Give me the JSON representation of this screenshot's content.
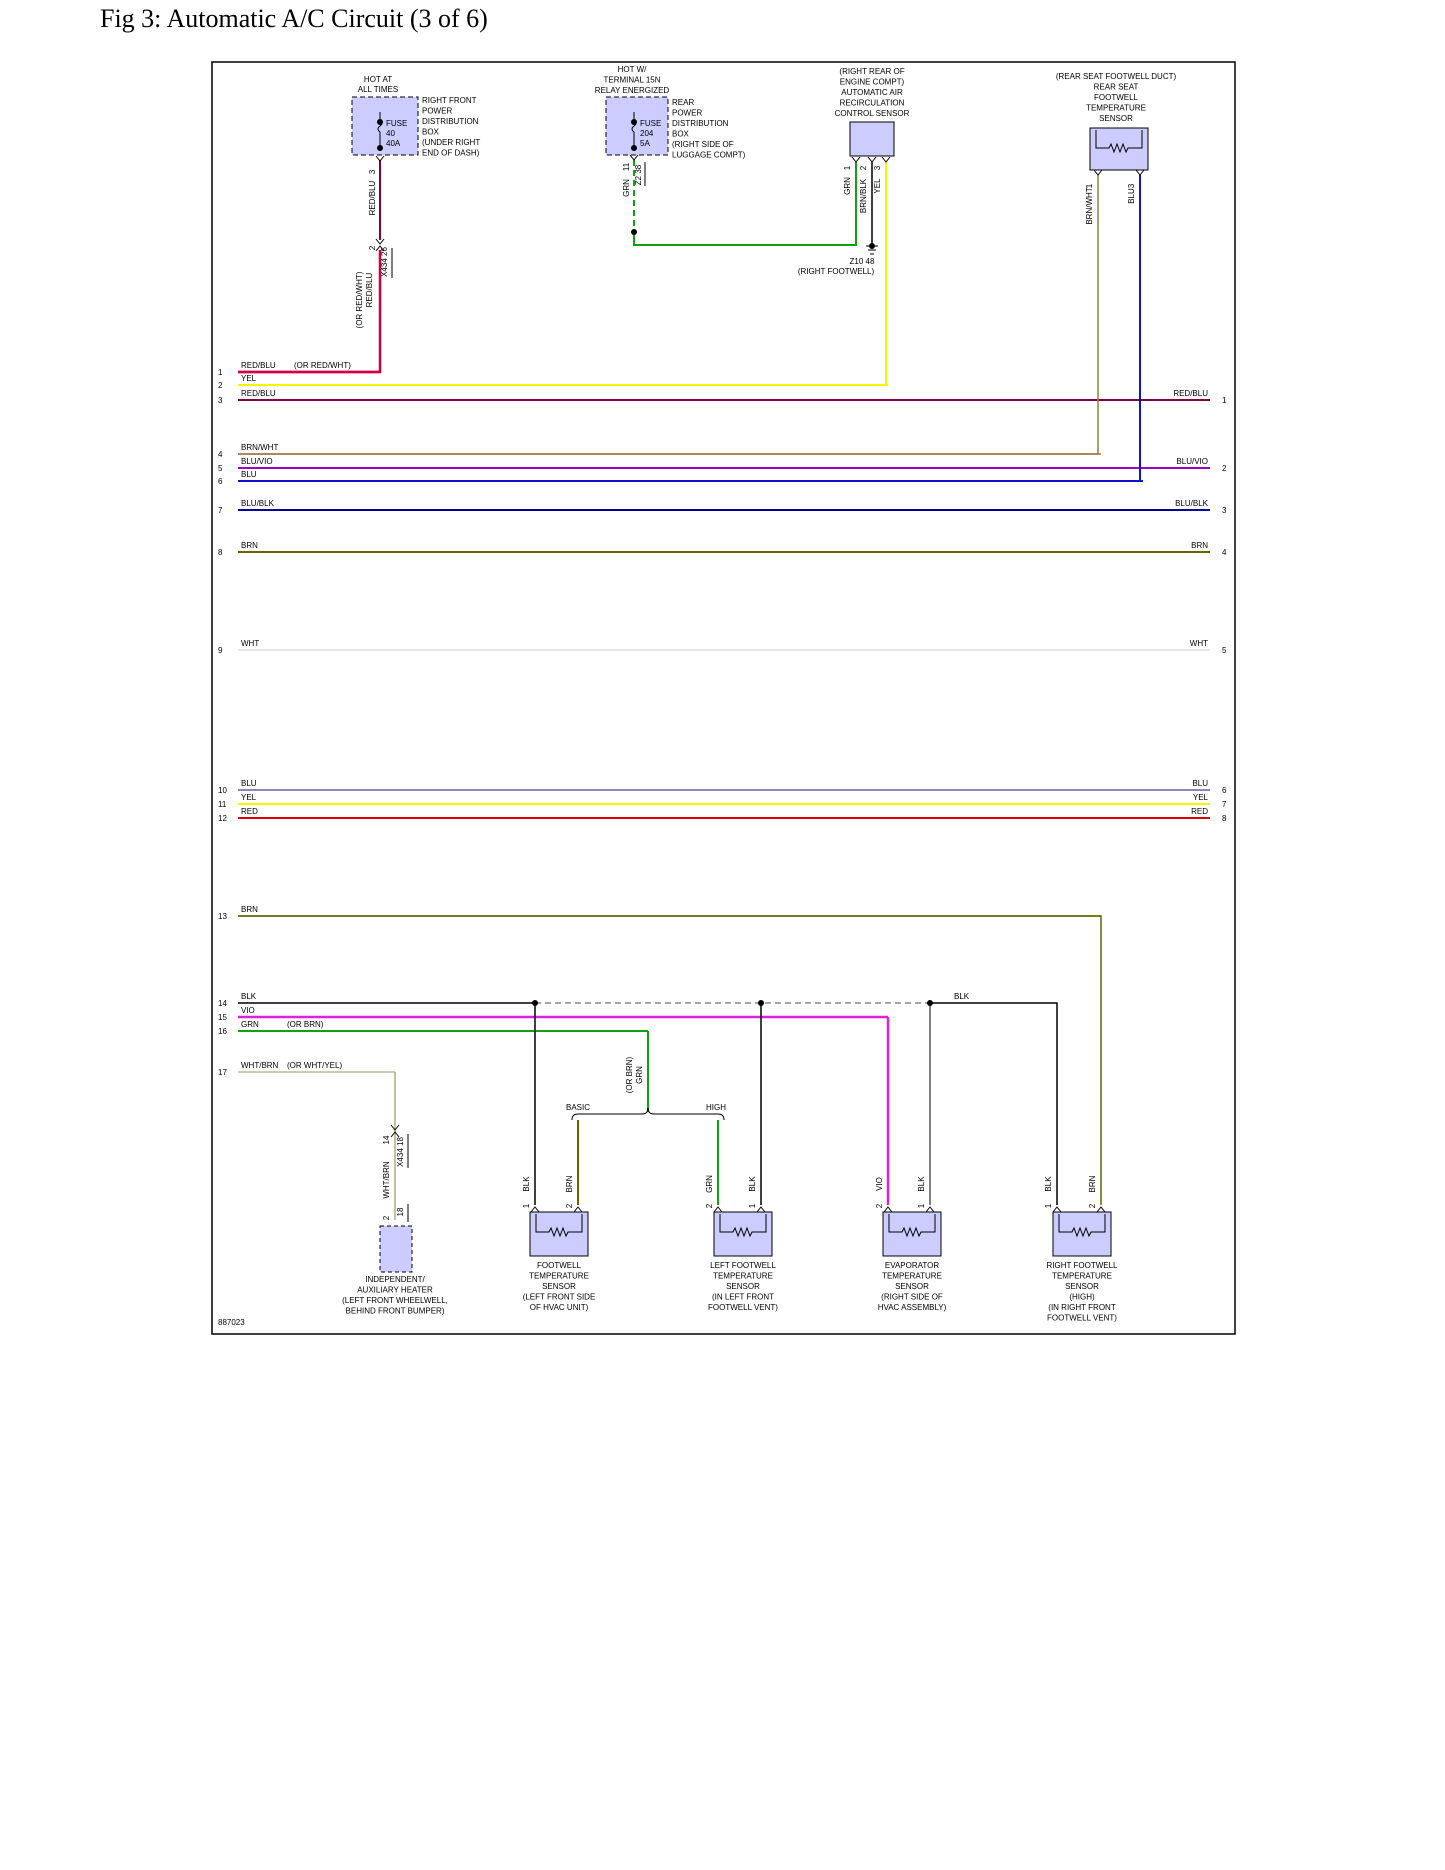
{
  "title": "Fig 3: Automatic A/C Circuit (3 of 6)",
  "figure_id": "887023",
  "colors": {
    "RED/BLU": "#800040",
    "RED/BLU_mod": "#d00040",
    "YEL": "#f5f500",
    "BRN/WHT": "#9a7a40",
    "BLU/VIO": "#9a00c8",
    "BLU": "#1010c8",
    "BLU/BLK": "#0000a0",
    "BRN": "#666600",
    "WHT": "#cccccc",
    "BLU_thin": "#404090",
    "RED": "#e00000",
    "BLK": "#000000",
    "VIO": "#e020e0",
    "GRN": "#10a010",
    "WHT/BRN": "#999966",
    "component_fill": "#ccccff",
    "dashed": "#888888"
  },
  "components": {
    "fuse40": {
      "title": [
        "HOT AT",
        "ALL TIMES"
      ],
      "inside": [
        "FUSE",
        "40",
        "40A"
      ],
      "desc": [
        "RIGHT FRONT",
        "POWER",
        "DISTRIBUTION",
        "BOX",
        "(UNDER RIGHT",
        "END OF DASH)"
      ],
      "pin": "3",
      "wire_label": "RED/BLU",
      "connector_pin": "2",
      "connector_name": "X434 26",
      "wire_label2": "RED/BLU",
      "wire_label2_alt": "(OR RED/WHT)"
    },
    "fuse204": {
      "title": [
        "HOT W/",
        "TERMINAL 15N",
        "RELAY ENERGIZED"
      ],
      "inside": [
        "FUSE",
        "204",
        "5A"
      ],
      "desc": [
        "REAR",
        "POWER",
        "DISTRIBUTION",
        "BOX",
        "(RIGHT SIDE OF",
        "LUGGAGE COMPT)"
      ],
      "pin": "11",
      "connector_name": "Z2 38",
      "wire_label": "GRN"
    },
    "recirc_sensor": {
      "title": [
        "(RIGHT REAR OF",
        "ENGINE COMPT)",
        "AUTOMATIC AIR",
        "RECIRCULATION",
        "CONTROL SENSOR"
      ],
      "pins": [
        "1",
        "2",
        "3"
      ],
      "wires": [
        "GRN",
        "BRN/BLK",
        "YEL"
      ],
      "ground": "Z10 48",
      "ground_desc": "(RIGHT FOOTWELL)"
    },
    "rear_footwell_sensor": {
      "title": [
        "(REAR SEAT FOOTWELL DUCT)",
        "REAR SEAT",
        "FOOTWELL",
        "TEMPERATURE",
        "SENSOR"
      ],
      "pins": [
        "1",
        "3"
      ],
      "wires": [
        "BRN/WHT",
        "BLU"
      ]
    },
    "aux_heater": {
      "desc": [
        "INDEPENDENT/",
        "AUXILIARY HEATER",
        "(LEFT FRONT WHEELWELL,",
        "BEHIND FRONT BUMPER)"
      ],
      "pin": "2",
      "connector_name": "X434 18",
      "connector_pin": "14",
      "connector_name2": "18",
      "wire": "WHT/BRN"
    },
    "footwell_sensor": {
      "desc": [
        "FOOTWELL",
        "TEMPERATURE",
        "SENSOR",
        "(LEFT FRONT SIDE",
        "OF HVAC UNIT)"
      ],
      "pins": [
        "1",
        "2"
      ],
      "wires": [
        "BLK",
        "BRN"
      ],
      "variant": "BASIC"
    },
    "left_footwell_sensor": {
      "desc": [
        "LEFT FOOTWELL",
        "TEMPERATURE",
        "SENSOR",
        "(IN LEFT FRONT",
        "FOOTWELL VENT)"
      ],
      "pins": [
        "2",
        "1"
      ],
      "wires": [
        "GRN",
        "BLK"
      ],
      "variant": "HIGH"
    },
    "evap_sensor": {
      "desc": [
        "EVAPORATOR",
        "TEMPERATURE",
        "SENSOR",
        "(RIGHT SIDE OF",
        "HVAC ASSEMBLY)"
      ],
      "pins": [
        "2",
        "1"
      ],
      "wires": [
        "VIO",
        "BLK"
      ]
    },
    "right_footwell_sensor": {
      "desc": [
        "RIGHT FOOTWELL",
        "TEMPERATURE",
        "SENSOR",
        "(HIGH)",
        "(IN RIGHT FRONT",
        "FOOTWELL VENT)"
      ],
      "pins": [
        "1",
        "2"
      ],
      "wires": [
        "BLK",
        "BRN"
      ]
    }
  },
  "splice_grn": {
    "label": "GRN",
    "alt": "(OR BRN)"
  },
  "buses": [
    {
      "lp": "1",
      "ll": "RED/BLU",
      "la": "(OR RED/WHT)",
      "color": "RED/BLU_mod"
    },
    {
      "lp": "2",
      "ll": "YEL",
      "color": "YEL"
    },
    {
      "lp": "3",
      "ll": "RED/BLU",
      "rl": "RED/BLU",
      "rp": "1",
      "color": "RED/BLU"
    },
    {
      "lp": "4",
      "ll": "BRN/WHT",
      "color": "BRN/WHT"
    },
    {
      "lp": "5",
      "ll": "BLU/VIO",
      "rl": "BLU/VIO",
      "rp": "2",
      "color": "BLU/VIO"
    },
    {
      "lp": "6",
      "ll": "BLU",
      "color": "BLU"
    },
    {
      "lp": "7",
      "ll": "BLU/BLK",
      "rl": "BLU/BLK",
      "rp": "3",
      "color": "BLU/BLK"
    },
    {
      "lp": "8",
      "ll": "BRN",
      "rl": "BRN",
      "rp": "4",
      "color": "BRN"
    },
    {
      "lp": "9",
      "ll": "WHT",
      "rl": "WHT",
      "rp": "5",
      "color": "WHT"
    },
    {
      "lp": "10",
      "ll": "BLU",
      "rl": "BLU",
      "rp": "6",
      "color": "BLU_thin"
    },
    {
      "lp": "11",
      "ll": "YEL",
      "rl": "YEL",
      "rp": "7",
      "color": "YEL"
    },
    {
      "lp": "12",
      "ll": "RED",
      "rl": "RED",
      "rp": "8",
      "color": "RED"
    },
    {
      "lp": "13",
      "ll": "BRN",
      "color": "BRN"
    },
    {
      "lp": "14",
      "ll": "BLK",
      "color": "BLK"
    },
    {
      "lp": "15",
      "ll": "VIO",
      "color": "VIO"
    },
    {
      "lp": "16",
      "ll": "GRN",
      "la": "(OR BRN)",
      "color": "GRN"
    },
    {
      "lp": "17",
      "ll": "WHT/BRN",
      "la": "(OR WHT/YEL)",
      "color": "WHT/BRN"
    }
  ],
  "blk_branch_label": "BLK"
}
